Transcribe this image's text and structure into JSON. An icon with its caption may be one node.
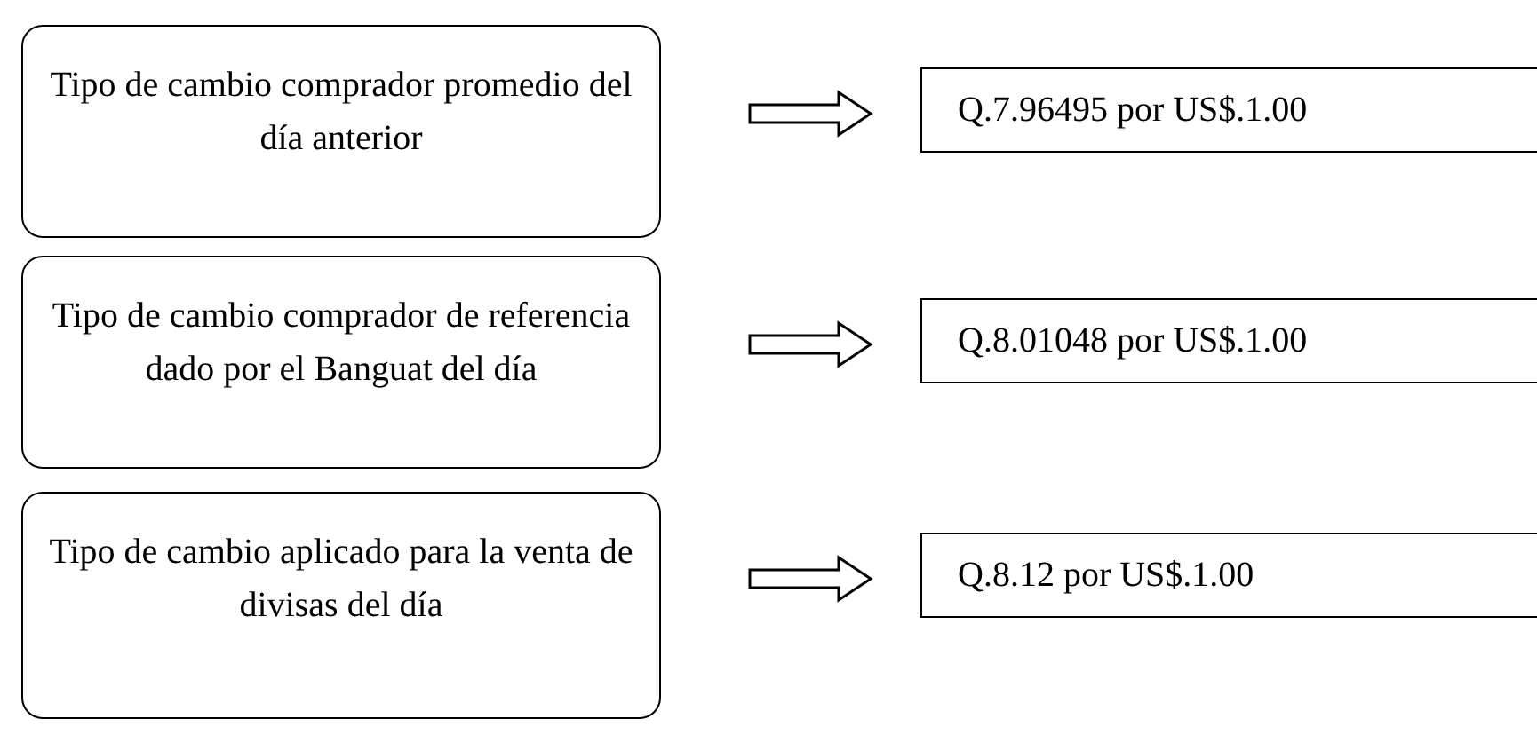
{
  "diagram": {
    "nodes": [
      {
        "text": [
          "Tipo de cambio comprador promedio del día anterior"
        ]
      },
      {
        "text": [
          "Q.7.96495 por US$.1.00"
        ]
      },
      {
        "text": [
          "Tipo de cambio comprador de referencia dado por el Banguat del día"
        ]
      },
      {
        "text": [
          "Q.8.01048 por US$.1.00"
        ]
      },
      {
        "text": [
          "Tipo de cambio aplicado para la venta de divisas del día"
        ]
      },
      {
        "text": [
          "Q.8.12 por US$.1.00"
        ]
      }
    ],
    "edges": [
      {
        "from": 0,
        "to": 1,
        "arrow": "to"
      },
      {
        "from": 2,
        "to": 3,
        "arrow": "to"
      },
      {
        "from": 4,
        "to": 5,
        "arrow": "to"
      }
    ]
  }
}
